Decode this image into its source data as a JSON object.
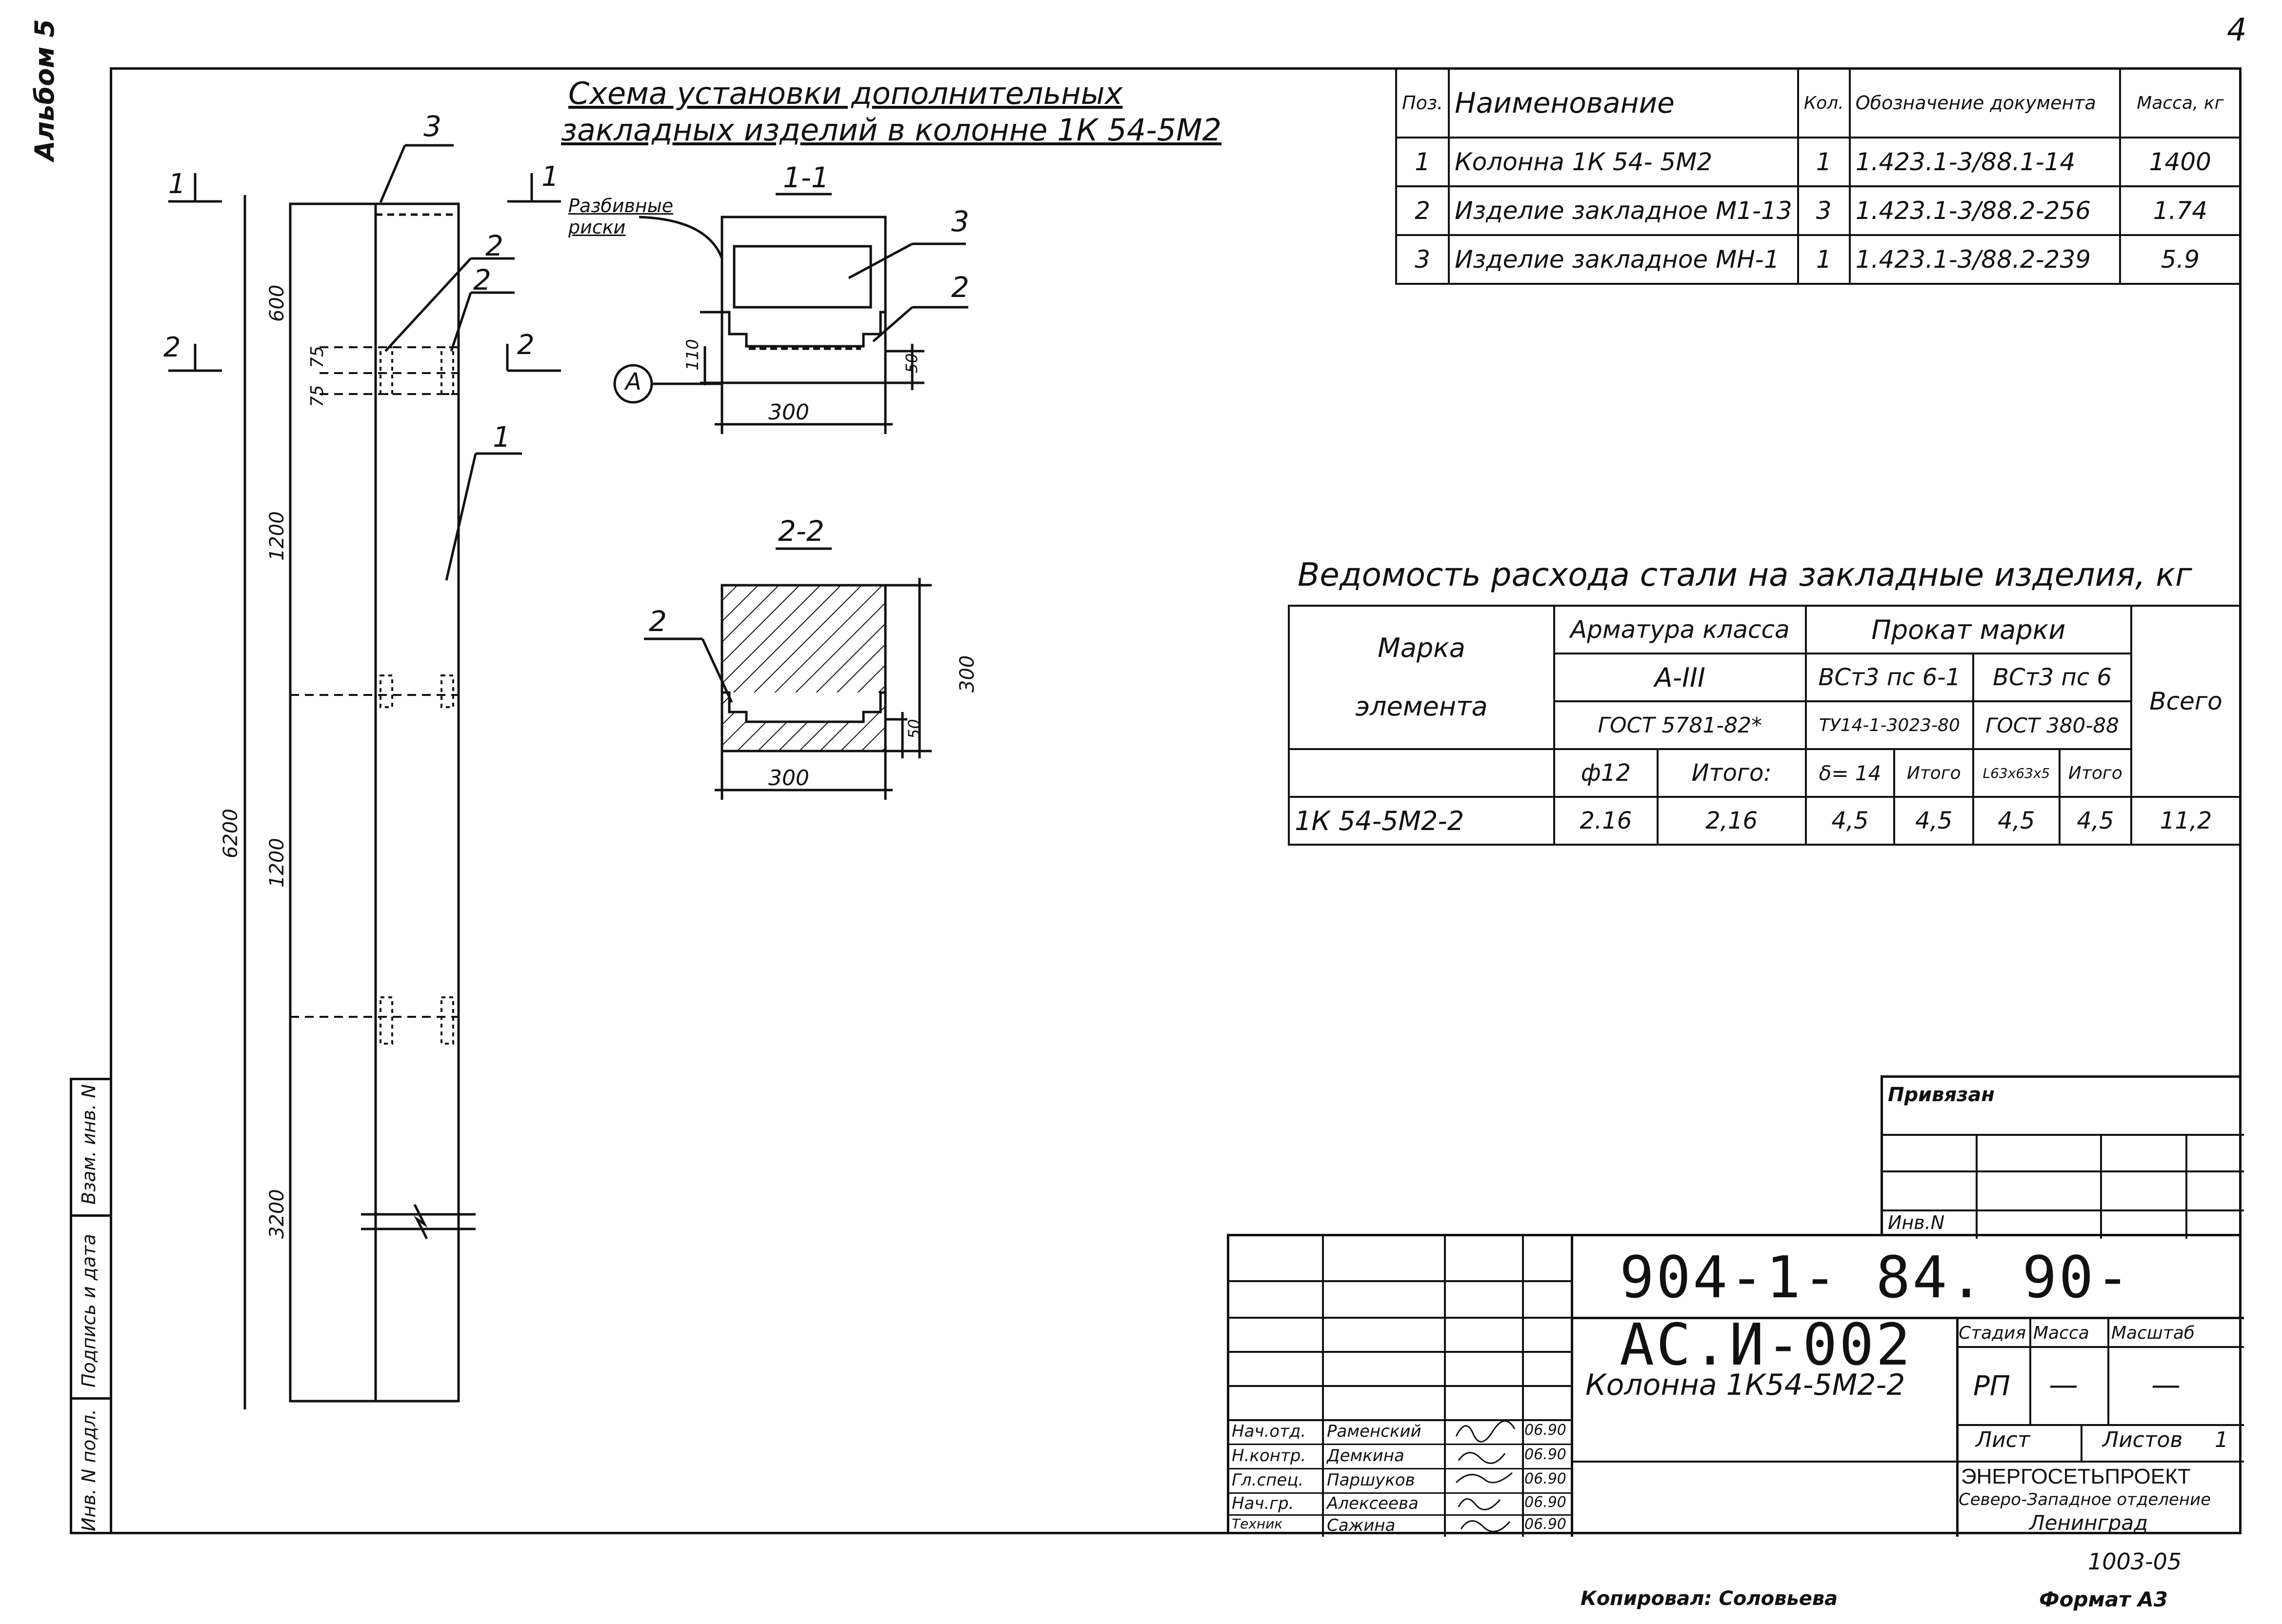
{
  "page": {
    "sheet_number": "4",
    "album_label": "Альбом 5"
  },
  "side_stamp": {
    "labels": [
      "Взам. инв. N",
      "Подпись и дата",
      "Инв. N подл."
    ]
  },
  "scheme": {
    "title_line1": "Схема установки дополнительных",
    "title_line2": "закладных изделий в колонне 1К 54-5М2",
    "section_1_1": "1-1",
    "section_2_2": "2-2",
    "callouts": {
      "one": "1",
      "two": "2",
      "three": "3",
      "axis": "А"
    },
    "cut_marks": {
      "c1_left": "1",
      "c1_right": "1",
      "c2_left": "2",
      "c2_right": "2"
    },
    "break_note": "Разбивные риски",
    "dims": {
      "total": "6200",
      "d600": "600",
      "d75a": "75",
      "d75b": "75",
      "d1200a": "1200",
      "d1200b": "1200",
      "d3200": "3200",
      "s1_300": "300",
      "s1_110": "110",
      "s1_50": "50",
      "s2_300w": "300",
      "s2_300h": "300",
      "s2_50": "50"
    }
  },
  "spec_table": {
    "headers": [
      "Поз.",
      "Наименование",
      "Кол.",
      "Обозначение документа",
      "Масса, кг"
    ],
    "rows": [
      [
        "1",
        "Колонна 1К 54- 5М2",
        "1",
        "1.423.1-3/88.1-14",
        "1400"
      ],
      [
        "2",
        "Изделие закладное М1-13",
        "3",
        "1.423.1-3/88.2-256",
        "1.74"
      ],
      [
        "3",
        "Изделие закладное МН-1",
        "1",
        "1.423.1-3/88.2-239",
        "5.9"
      ]
    ]
  },
  "steel": {
    "title": "Ведомость расхода стали на закладные изделия, кг",
    "mark_label_1": "Марка",
    "mark_label_2": "элемента",
    "armatura_header": "Арматура класса",
    "armatura_class": "А-III",
    "armatura_gost": "ГОСТ 5781-82*",
    "prokat_header": "Прокат марки",
    "prokat_1": "ВСт3 пс 6-1",
    "prokat_2": "ВСт3 пс 6",
    "prokat_1_doc": "ТУ14-1-3023-80",
    "prokat_2_doc": "ГОСТ 380-88",
    "total_header": "Всего",
    "sub": [
      "ф12",
      "Итого:",
      "δ= 14",
      "Итого",
      "L63х63х5",
      "Итого"
    ],
    "row": [
      "1К 54-5М2-2",
      "2.16",
      "2,16",
      "4,5",
      "4,5",
      "4,5",
      "4,5",
      "11,2"
    ]
  },
  "title_block": {
    "privyazan": "Привязан",
    "inv_n": "Инв.N",
    "doc_code": "904-1- 84. 90- АС.И-002",
    "drawing_name": "Колонна 1К54-5М2-2",
    "stage_header": "Стадия",
    "mass_header": "Масса",
    "scale_header": "Масштаб",
    "stage": "РП",
    "mass": "—",
    "scale": "—",
    "sheet_label": "Лист",
    "sheets_label": "Листов",
    "sheets_value": "1",
    "org_1": "ЭНЕРГОСЕТЬПРОЕКТ",
    "org_2": "Северо-Западное отделение",
    "org_3": "Ленинград",
    "people": [
      [
        "Нач.отд.",
        "Раменский",
        "06.90"
      ],
      [
        "Н.контр.",
        "Демкина",
        "06.90"
      ],
      [
        "Гл.спец.",
        "Паршуков",
        "06.90"
      ],
      [
        "Нач.гр.",
        "Алексеева",
        "06.90"
      ],
      [
        "Техник",
        "Сажина",
        "06.90"
      ]
    ]
  },
  "footer": {
    "copied": "Копировал: Соловьева",
    "format": "Формат А3",
    "doc_num": "1003-05"
  }
}
